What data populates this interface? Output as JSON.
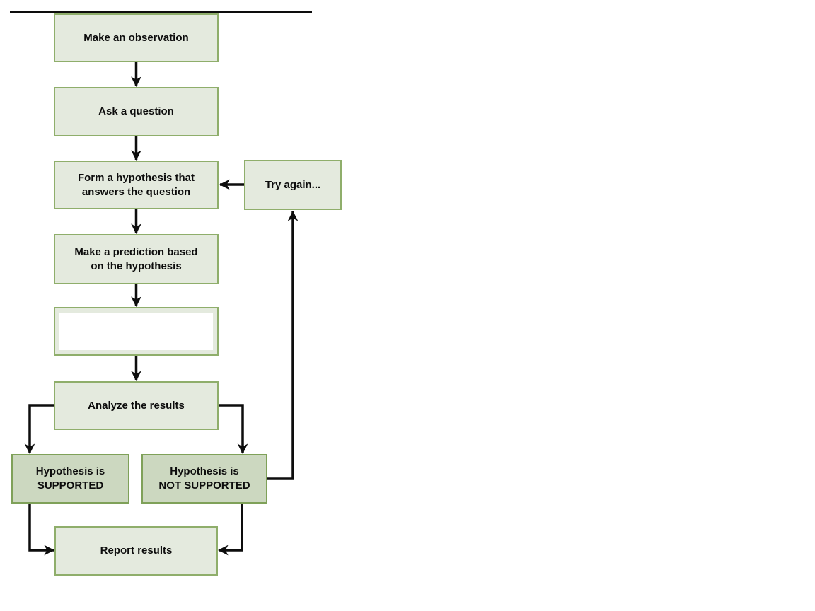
{
  "nodes": {
    "observation": {
      "label": "Make an observation"
    },
    "question": {
      "label": "Ask a question"
    },
    "hypothesis": {
      "label": "Form a hypothesis that\nanswers the question"
    },
    "try_again": {
      "label": "Try again..."
    },
    "prediction": {
      "label": "Make a prediction based\non the hypothesis"
    },
    "blank": {
      "label": ""
    },
    "analyze": {
      "label": "Analyze the results"
    },
    "supported": {
      "label": "Hypothesis is\nSUPPORTED"
    },
    "not_supported": {
      "label": "Hypothesis is\nNOT SUPPORTED"
    },
    "report": {
      "label": "Report results"
    }
  },
  "edges": [
    {
      "from": "observation",
      "to": "question"
    },
    {
      "from": "question",
      "to": "hypothesis"
    },
    {
      "from": "hypothesis",
      "to": "prediction"
    },
    {
      "from": "prediction",
      "to": "blank"
    },
    {
      "from": "blank",
      "to": "analyze"
    },
    {
      "from": "analyze",
      "to": "supported"
    },
    {
      "from": "analyze",
      "to": "not_supported"
    },
    {
      "from": "supported",
      "to": "report"
    },
    {
      "from": "not_supported",
      "to": "report"
    },
    {
      "from": "not_supported",
      "to": "try_again"
    },
    {
      "from": "try_again",
      "to": "hypothesis"
    }
  ],
  "colors": {
    "box_fill": "#e4eade",
    "box_border": "#8fae6b",
    "result_box_fill": "#ccd8c0",
    "result_box_border": "#7fa159",
    "blank_inner": "#ffffff",
    "connector": "#0d0d0d",
    "text": "#0d0d0d"
  }
}
